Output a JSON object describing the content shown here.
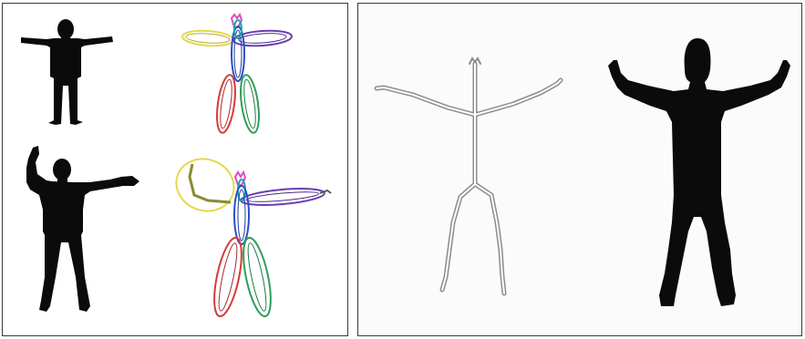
{
  "figure": {
    "panels": [
      {
        "id": "left",
        "content": [
          "silhouette-arms-out",
          "ellipse-skeleton-arms-out",
          "silhouette-arm-raised",
          "ellipse-skeleton-arm-raised"
        ]
      },
      {
        "id": "right",
        "content": [
          "thin-skeleton",
          "silhouette-arms-raised"
        ]
      }
    ]
  },
  "colors": {
    "silhouette": "#0b0b0b",
    "border": "#3a3a3a",
    "limb_left_arm": "#e6d84a",
    "limb_right_arm": "#6a3db0",
    "limb_left_leg": "#d63a3a",
    "limb_right_leg": "#2e9e58",
    "limb_torso": "#2b4fc7",
    "limb_neck": "#1aa6a6",
    "limb_head": "#d94cc9",
    "thin_skeleton": "#9a9a9a"
  }
}
